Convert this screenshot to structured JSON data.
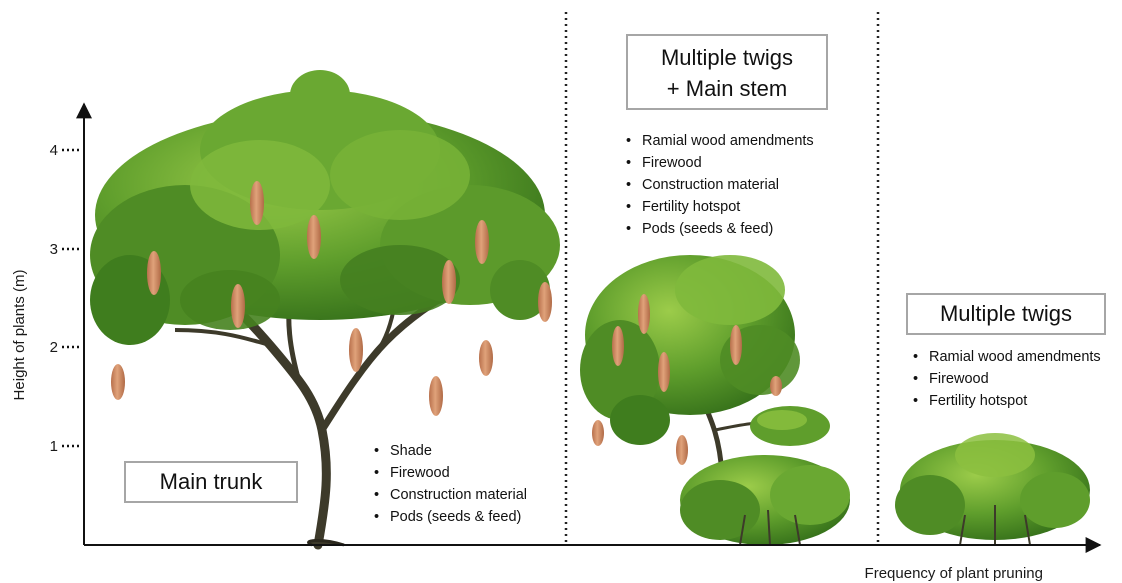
{
  "axes": {
    "y_label": "Height of plants (m)",
    "x_label": "Frequency of plant pruning",
    "y_ticks": [
      "1",
      "2",
      "3",
      "4"
    ]
  },
  "sections": {
    "main_trunk": {
      "title": "Main trunk",
      "uses": [
        "Shade",
        "Firewood",
        "Construction material",
        "Pods (seeds & feed)"
      ]
    },
    "twigs_stem": {
      "title_line1": "Multiple twigs",
      "title_line2": "+ Main stem",
      "uses": [
        "Ramial wood amendments",
        "Firewood",
        "Construction material",
        "Fertility hotspot",
        "Pods (seeds & feed)"
      ]
    },
    "twigs": {
      "title": "Multiple twigs",
      "uses": [
        "Ramial wood amendments",
        "Firewood",
        "Fertility hotspot"
      ]
    }
  },
  "colors": {
    "foliage_dark": "#3f7d1e",
    "foliage_mid": "#5f9e2c",
    "foliage_light": "#8cc040",
    "trunk": "#3d3a2a",
    "pod": "#cf8a63",
    "box_border": "#a6a6a6"
  }
}
